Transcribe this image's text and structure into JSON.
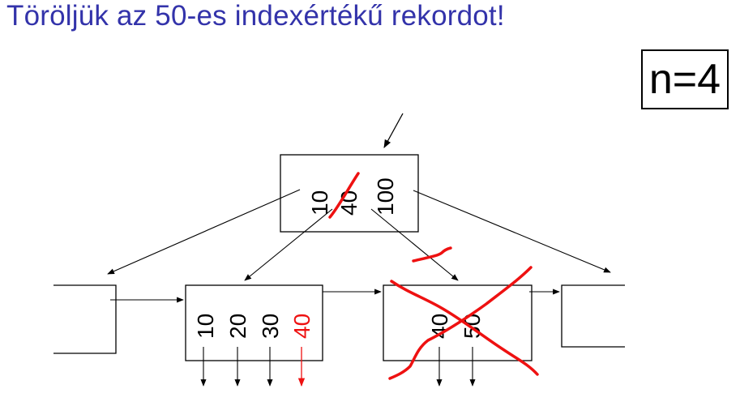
{
  "title": "Töröljük az 50-es indexértékű rekordot!",
  "order_label": "n=4",
  "root_keys": [
    "10",
    "40",
    "100"
  ],
  "leaf_a_keys": [
    "10",
    "20",
    "30",
    "40"
  ],
  "leaf_b_keys": [
    "40",
    "50"
  ],
  "colors": {
    "title": "#3333aa",
    "annotation": "#ee1111",
    "deleted_key": "#ee1111",
    "line": "#000000"
  }
}
